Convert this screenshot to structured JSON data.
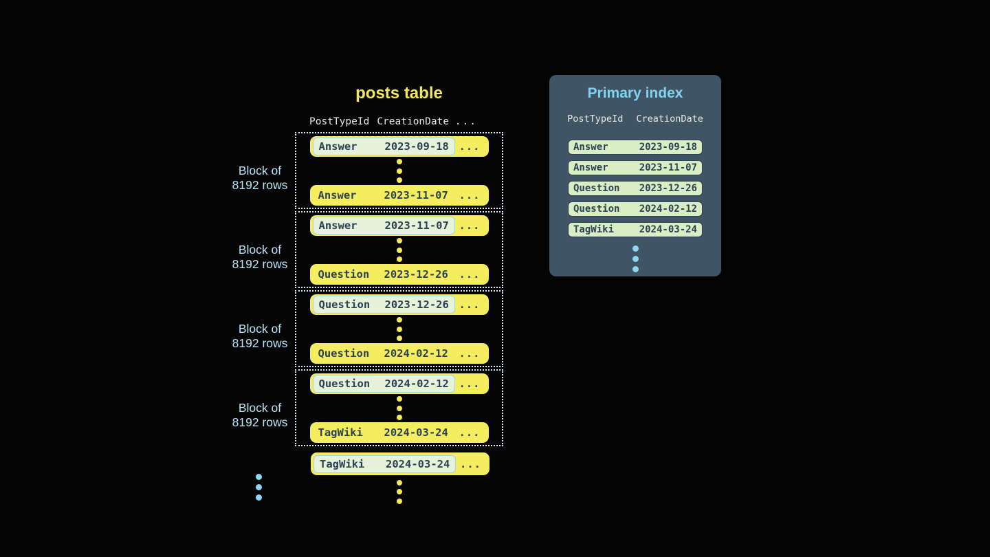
{
  "colors": {
    "background": "#050505",
    "row_yellow": "#f4ed5f",
    "accent_yellow": "#f2ea5c",
    "dark_text": "#2c4151",
    "panel_slate": "#3f5565",
    "index_row_green": "#d9eec5",
    "highlight_green": "#e6f2da",
    "highlight_border_blue": "#a0d4e9",
    "light_blue_title": "#80d3f1",
    "light_blue_label": "#b7e3f8",
    "light_blue_dots": "#8ed7f3",
    "dotted_border": "#dceef7",
    "header_text": "#e9ebe3"
  },
  "posts_table": {
    "title": "posts table",
    "headers": {
      "col1": "PostTypeId",
      "col2": "CreationDate",
      "col3": "..."
    },
    "block_label": {
      "line1": "Block of",
      "line2": "8192 rows"
    },
    "ellipsis": "...",
    "blocks": [
      {
        "first": {
          "type": "Answer",
          "date": "2023-09-18"
        },
        "last": {
          "type": "Answer",
          "date": "2023-11-07"
        }
      },
      {
        "first": {
          "type": "Answer",
          "date": "2023-11-07"
        },
        "last": {
          "type": "Question",
          "date": "2023-12-26"
        }
      },
      {
        "first": {
          "type": "Question",
          "date": "2023-12-26"
        },
        "last": {
          "type": "Question",
          "date": "2024-02-12"
        }
      },
      {
        "first": {
          "type": "Question",
          "date": "2024-02-12"
        },
        "last": {
          "type": "TagWiki",
          "date": "2024-03-24"
        }
      }
    ],
    "trailing_row": {
      "type": "TagWiki",
      "date": "2024-03-24"
    }
  },
  "primary_index": {
    "title": "Primary index",
    "headers": {
      "col1": "PostTypeId",
      "col2": "CreationDate"
    },
    "rows": [
      {
        "type": "Answer",
        "date": "2023-09-18"
      },
      {
        "type": "Answer",
        "date": "2023-11-07"
      },
      {
        "type": "Question",
        "date": "2023-12-26"
      },
      {
        "type": "Question",
        "date": "2024-02-12"
      },
      {
        "type": "TagWiki",
        "date": "2024-03-24"
      }
    ]
  }
}
